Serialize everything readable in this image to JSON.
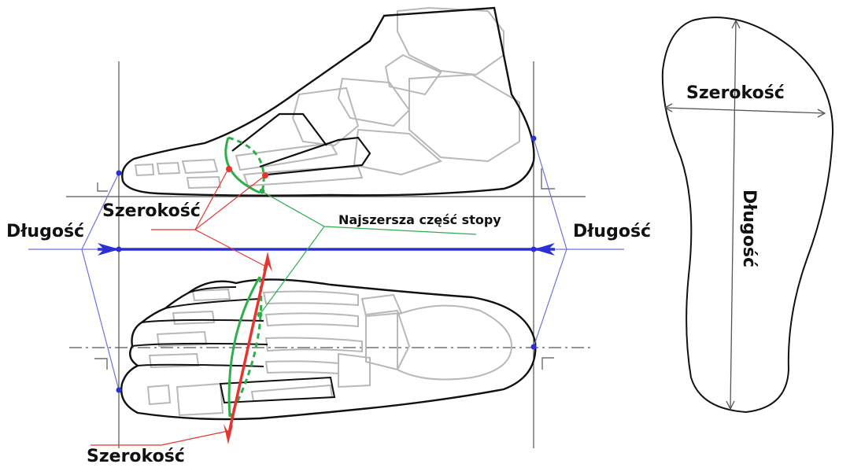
{
  "labels": {
    "width_top": "Szerokość",
    "width_bottom": "Szerokość",
    "length_left": "Długość",
    "length_right": "Długość",
    "widest_part": "Najszersza część stopy",
    "insole_width": "Szerokość",
    "insole_length": "Długość"
  },
  "colors": {
    "outline": "#111111",
    "bones": "#b8b8b8",
    "measure_blue": "#2a2fd6",
    "guide_blue": "#6e72e0",
    "width_red": "#e8332e",
    "widest_green": "#2fae4e",
    "guide_gray": "#555555"
  }
}
